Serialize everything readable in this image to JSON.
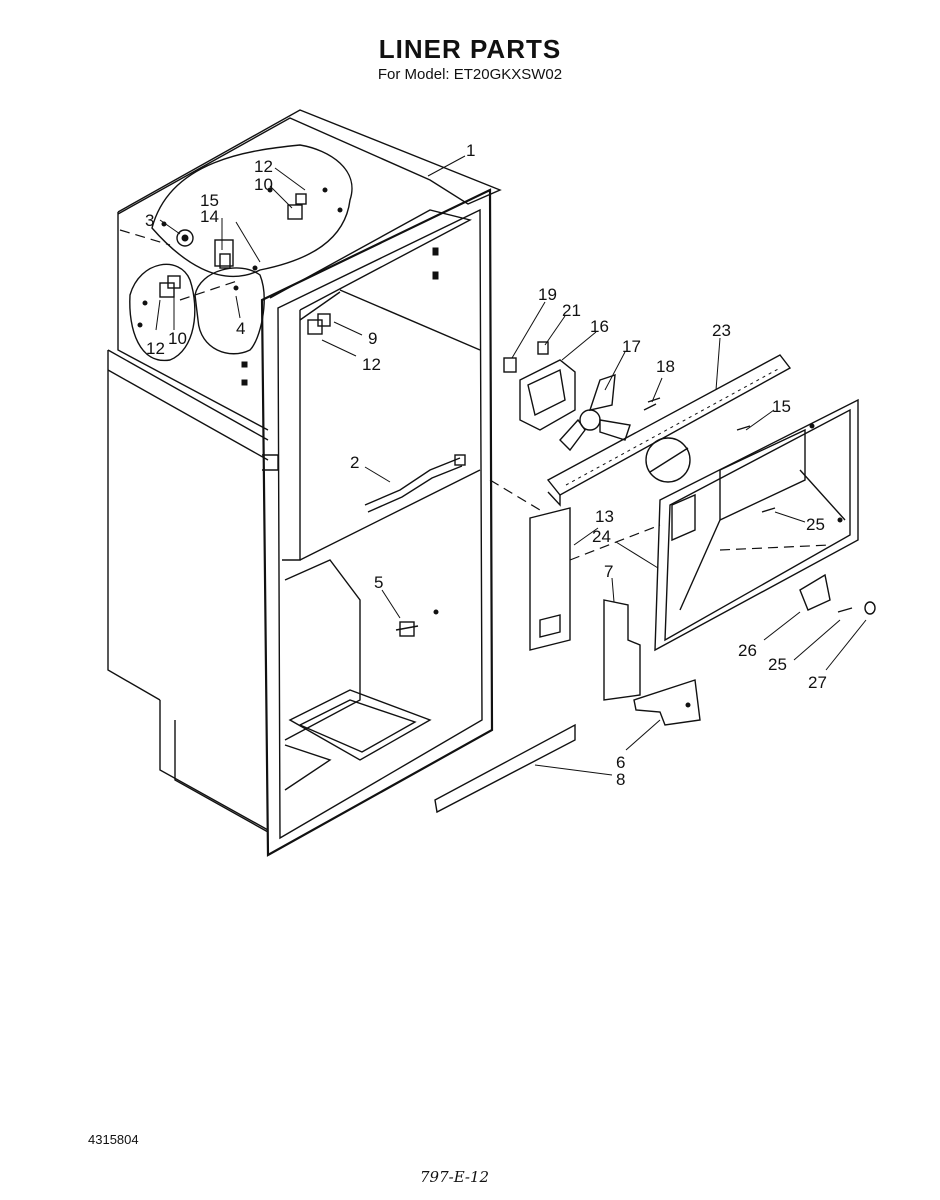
{
  "header": {
    "title": "LINER PARTS",
    "subtitle": "For Model: ET20GKXSW02"
  },
  "footer": {
    "document_number": "4315804",
    "page_code": "797-E-12"
  },
  "callouts": {
    "c1": "1",
    "c2": "2",
    "c3": "3",
    "c4": "4",
    "c5": "5",
    "c6": "6",
    "c7": "7",
    "c8": "8",
    "c9": "9",
    "c10a": "10",
    "c10b": "10",
    "c12a": "12",
    "c12b": "12",
    "c12c": "12",
    "c13": "13",
    "c14": "14",
    "c15a": "15",
    "c15b": "15",
    "c16": "16",
    "c17": "17",
    "c18": "18",
    "c19": "19",
    "c21": "21",
    "c23": "23",
    "c24": "24",
    "c25a": "25",
    "c25b": "25",
    "c26": "26",
    "c27": "27"
  }
}
